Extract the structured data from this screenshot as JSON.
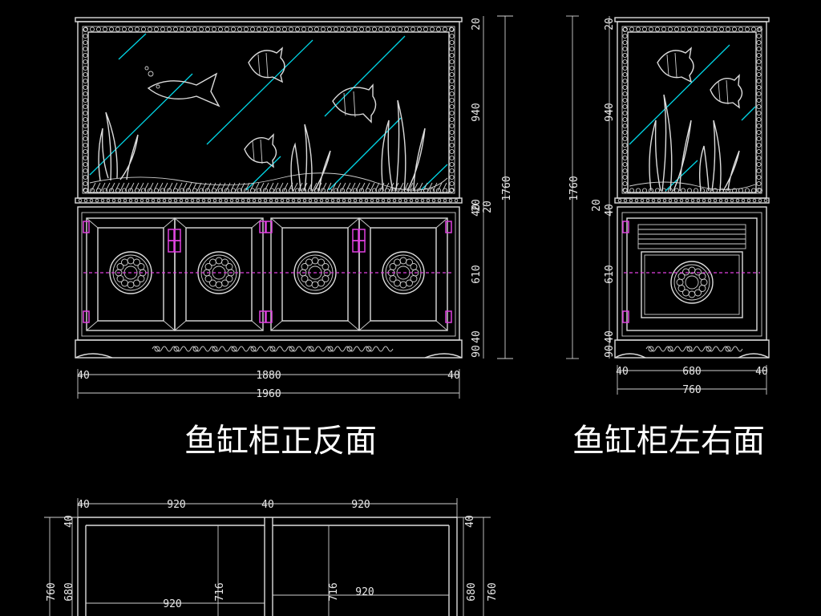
{
  "titles": {
    "front": "鱼缸柜正反面",
    "side": "鱼缸柜左右面"
  },
  "front_view": {
    "dim_right": [
      "20",
      "940",
      "20",
      "40",
      "20",
      "610",
      "40",
      "90"
    ],
    "dim_total": "1760",
    "dim_bottom_inner": [
      "40",
      "1880",
      "40"
    ],
    "dim_bottom_total": "1960"
  },
  "side_view": {
    "dim_left": [
      "20",
      "940",
      "20",
      "40",
      "610",
      "40",
      "90"
    ],
    "dim_total": "1760",
    "dim_bottom_inner": [
      "40",
      "680",
      "40"
    ],
    "dim_bottom_total": "760"
  },
  "plan_view": {
    "dim_top": [
      "40",
      "920",
      "40",
      "920"
    ],
    "dim_left": [
      "40",
      "760",
      "680"
    ],
    "dim_right": [
      "40",
      "680",
      "760"
    ],
    "inner_width_left": "920",
    "inner_width_right": "920",
    "depth_left": "716",
    "depth_right": "716"
  },
  "colors": {
    "background": "#000000",
    "lines": "#dcdcdc",
    "glass_hatch": "#00d6e6",
    "hinges": "#e040e0"
  }
}
